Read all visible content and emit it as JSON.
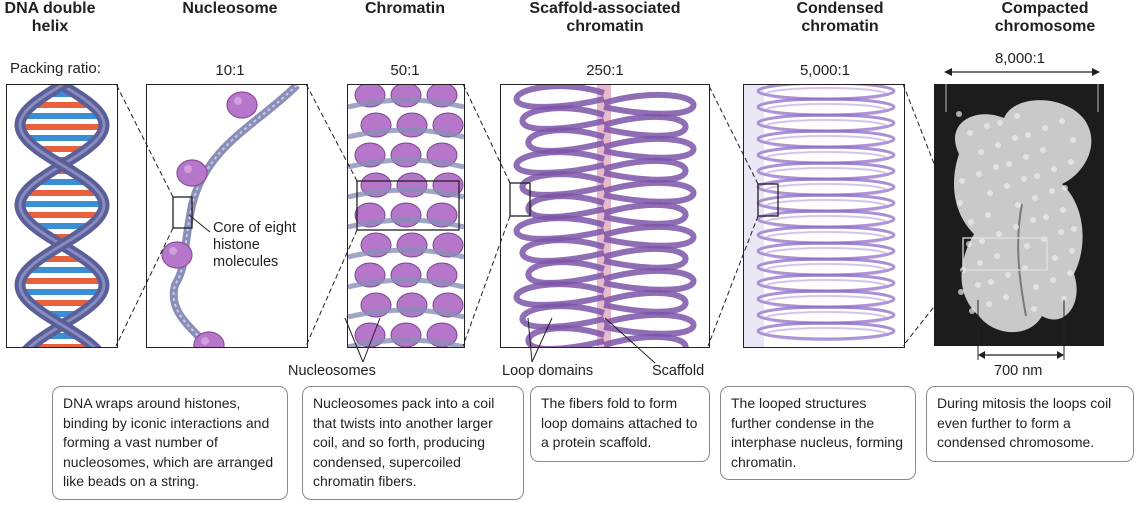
{
  "headers": {
    "dna": "DNA double helix",
    "nucleosome": "Nucleosome",
    "chromatin": "Chromatin",
    "scaffold": "Scaffold-associated chromatin",
    "condensed": "Condensed chromatin",
    "compacted": "Compacted chromosome"
  },
  "packing": {
    "label": "Packing ratio:",
    "nucleosome": "10:1",
    "chromatin": "50:1",
    "scaffold": "250:1",
    "condensed": "5,000:1",
    "compacted": "8,000:1"
  },
  "labels": {
    "core": "Core of eight histone molecules",
    "nucleosomes": "Nucleosomes",
    "loop_domains": "Loop domains",
    "scaffold": "Scaffold",
    "scale": "700 nm"
  },
  "callouts": {
    "dna": "DNA wraps around histones, binding by iconic interactions and forming a vast number of nucleosomes, which are arranged like beads on a string.",
    "chromatin": "Nucleosomes pack into a coil that twists into another larger coil, and so forth, producing condensed, supercoiled chromatin fibers.",
    "scaffold": "The fibers fold to form loop domains attached to a protein scaffold.",
    "condensed": "The looped structures further condense in the interphase nucleus, forming chromatin.",
    "mitosis": "During mitosis the loops coil even further to form a condensed chromosome."
  },
  "colors": {
    "backbone": "#5a5f9a",
    "base_red": "#e8603c",
    "base_blue": "#3a8fd4",
    "histone": "#b676c9",
    "fiber": "#8a8fb8",
    "loop": "#7d55a8",
    "scaffold_axis": "#d88aa8",
    "photo_bg": "#1c1c1c",
    "chromosome": "#c9c9c9"
  }
}
